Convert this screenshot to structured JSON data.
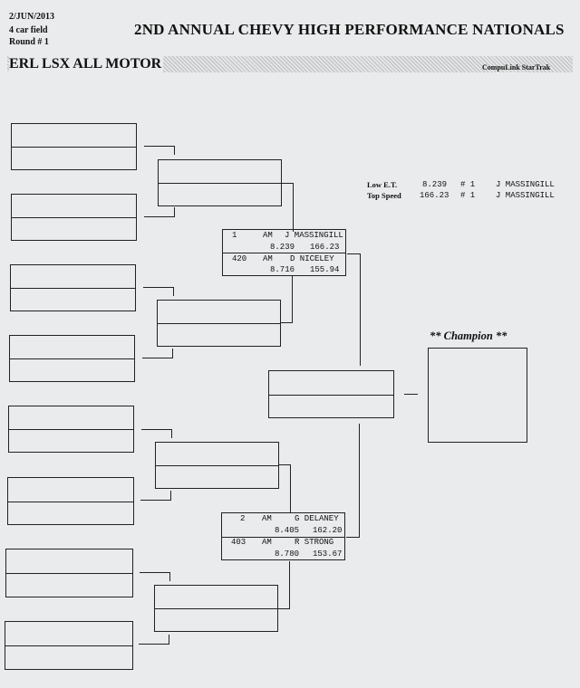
{
  "header": {
    "date": "2/JUN/2013",
    "field": "4 car field",
    "round": "Round # 1",
    "event_title": "2ND ANNUAL CHEVY HIGH PERFORMANCE NATIONALS",
    "class_name": "ERL LSX ALL MOTOR",
    "brand": "CompuLink StarTrak"
  },
  "stats": [
    {
      "label": "Low  E.T.",
      "value": "8.239",
      "car": "# 1",
      "driver": "J MASSINGILL"
    },
    {
      "label": "Top Speed",
      "value": "166.23",
      "car": "# 1",
      "driver": "J MASSINGILL"
    }
  ],
  "matchups": [
    {
      "top": {
        "number": "1",
        "class": "AM",
        "driver": "J MASSINGILL",
        "et": "8.239",
        "mph": "166.23"
      },
      "bottom": {
        "number": "420",
        "class": "AM",
        "driver": "D NICELEY",
        "et": "8.716",
        "mph": "155.94"
      }
    },
    {
      "top": {
        "number": "2",
        "class": "AM",
        "driver": "G DELANEY",
        "et": "8.405",
        "mph": "162.20"
      },
      "bottom": {
        "number": "403",
        "class": "AM",
        "driver": "R STRONG",
        "et": "8.780",
        "mph": "153.67"
      }
    }
  ],
  "champion_label": "** Champion **"
}
